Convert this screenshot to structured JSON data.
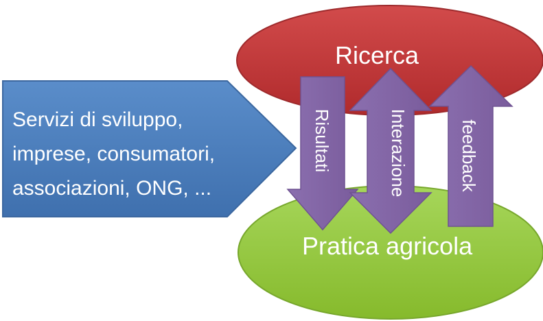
{
  "nodes": {
    "ricerca": "Ricerca",
    "pratica": "Pratica agricola"
  },
  "actors": {
    "lines": [
      "Servizi di sviluppo,",
      "imprese, consumatori,",
      "associazioni, ONG, ..."
    ]
  },
  "arrows": {
    "risultati": "Risultati",
    "interazione": "Interazione",
    "feedback": "feedback"
  },
  "colors": {
    "ricerca_fill": "#c0393b",
    "pratica_fill": "#93c83c",
    "actors_fill": "#4f81bd",
    "arrow_fill": "#8064a2",
    "text": "#ffffff"
  }
}
